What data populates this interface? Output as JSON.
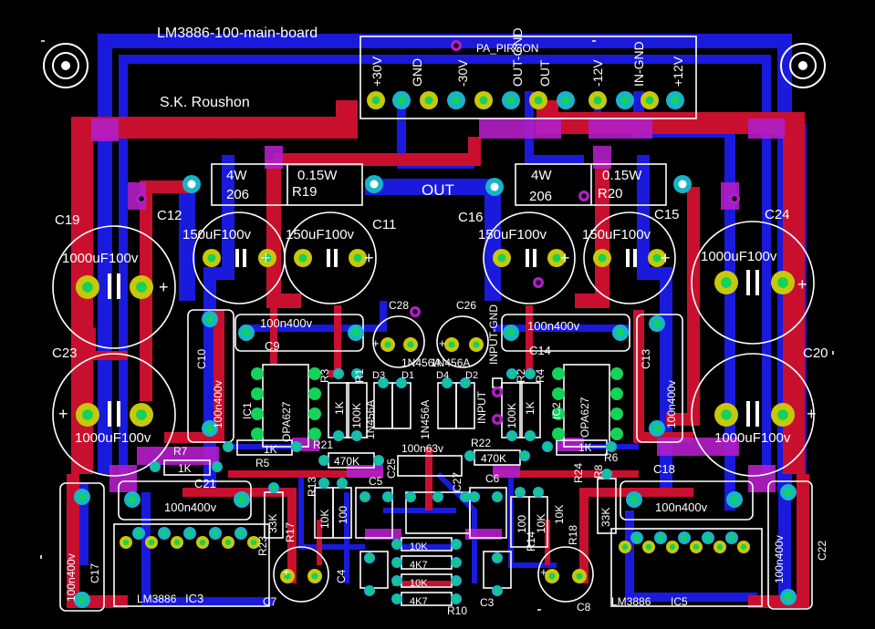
{
  "board_title": "LM3886-100-main-board",
  "author": "S.K. Roushon",
  "connector": {
    "title": "PA_PIRCON",
    "pins": [
      "+30V",
      "GND",
      "-30V",
      "OUT-GND",
      "OUT",
      "-12V",
      "IN-GND",
      "+12V"
    ]
  },
  "out_label": "OUT",
  "resistors_power": [
    {
      "power": "4W",
      "code": "206",
      "value": "0.15W",
      "ref": "R19"
    },
    {
      "power": "4W",
      "code": "206",
      "value": "0.15W",
      "ref": "R20"
    }
  ],
  "big_caps": [
    {
      "ref": "C19",
      "value": "1000uF100v"
    },
    {
      "ref": "C23",
      "value": "1000uF100v"
    },
    {
      "ref": "C24",
      "value": "1000uF100v"
    },
    {
      "ref": "C20",
      "value": "1000uF100v"
    }
  ],
  "mid_caps": [
    {
      "ref": "C12",
      "value": "150uF100v"
    },
    {
      "ref": "C11",
      "value": "150uF100v"
    },
    {
      "ref": "C16",
      "value": "150uF100v"
    },
    {
      "ref": "C15",
      "value": "150uF100v"
    }
  ],
  "film_caps": [
    {
      "ref": "C9",
      "value": "100n400v"
    },
    {
      "ref": "C14",
      "value": "100n400v"
    },
    {
      "ref": "C10",
      "value": "100n400v"
    },
    {
      "ref": "C13",
      "value": "100n400v"
    },
    {
      "ref": "C21",
      "value": "100n400v"
    },
    {
      "ref": "C18",
      "value": "100n400v"
    },
    {
      "ref": "C17",
      "value": "100n400v"
    },
    {
      "ref": "C22",
      "value": "100n400v"
    }
  ],
  "ics": [
    {
      "ref": "IC1",
      "part": "OPA627"
    },
    {
      "ref": "IC2",
      "part": "OPA627"
    },
    {
      "ref": "IC3",
      "part": "LM3886"
    },
    {
      "ref": "IC5",
      "part": "LM3886"
    }
  ],
  "small_labels": {
    "c28": "C28",
    "c26": "C26",
    "input_gnd": "INPUT-GND",
    "input": "INPUT",
    "d1": "D1",
    "d2": "D2",
    "d3": "D3",
    "d4": "D4",
    "diode": "1N456A",
    "r1": "R1",
    "r2": "R2",
    "r3": "R3",
    "r4": "R4",
    "r5": "R5",
    "r6": "R6",
    "r7": "R7",
    "r8": "R8",
    "r21": "R21",
    "r22": "R22",
    "r23": "R23",
    "r24": "R24",
    "r10": "R10",
    "r13": "R13",
    "r14": "R14",
    "r17": "R17",
    "r18": "R18",
    "c3": "C3",
    "c4": "C4",
    "c5": "C5",
    "c6": "C6",
    "c7": "C7",
    "c8": "C8",
    "c25": "C25",
    "c27": "C27",
    "v1k": "1K",
    "v470k": "470K",
    "v10k": "10K",
    "v100k": "100K",
    "v100": "100",
    "v33k": "33K",
    "v4k7": "4K7",
    "v100n63": "100n63v"
  },
  "colors": {
    "background": "#000000",
    "top_copper": "#c8102e",
    "bottom_copper": "#1a1adc",
    "overlap": "#b21ec8",
    "silkscreen": "#ffffff",
    "pad": "#c8c80a",
    "via": "#18b4c8",
    "via_hole": "#14d25a"
  }
}
